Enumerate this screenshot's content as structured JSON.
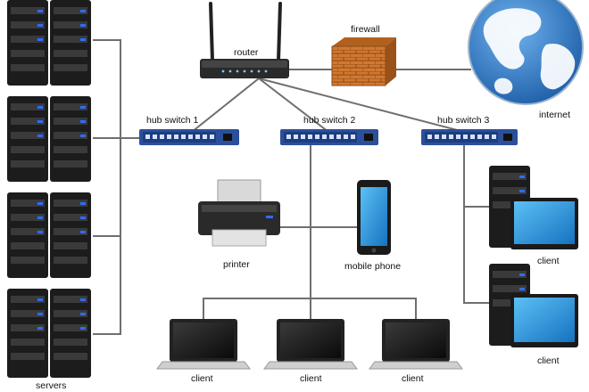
{
  "diagram": {
    "labels": {
      "router": "router",
      "firewall": "firewall",
      "internet": "internet",
      "hub_switch_1": "hub switch 1",
      "hub_switch_2": "hub switch 2",
      "hub_switch_3": "hub switch 3",
      "printer": "printer",
      "mobile_phone": "mobile phone",
      "servers": "servers",
      "client_1": "client",
      "client_2": "client",
      "client_3": "client",
      "client_4": "client",
      "client_5": "client"
    },
    "colors": {
      "switch_blue": "#2b4f9a",
      "led_blue": "#2f6bff",
      "server_dark": "#1c1c1c",
      "monitor_screen": "#1e90d8",
      "globe_ocean": "#2d78c8",
      "firewall_brick": "#d2782e",
      "wire": "#6f6f6f"
    },
    "icons": [
      "router-icon",
      "firewall-icon",
      "globe-icon",
      "switch-icon",
      "server-rack-icon",
      "printer-icon",
      "mobile-phone-icon",
      "laptop-icon",
      "desktop-tower-icon",
      "monitor-icon"
    ]
  }
}
